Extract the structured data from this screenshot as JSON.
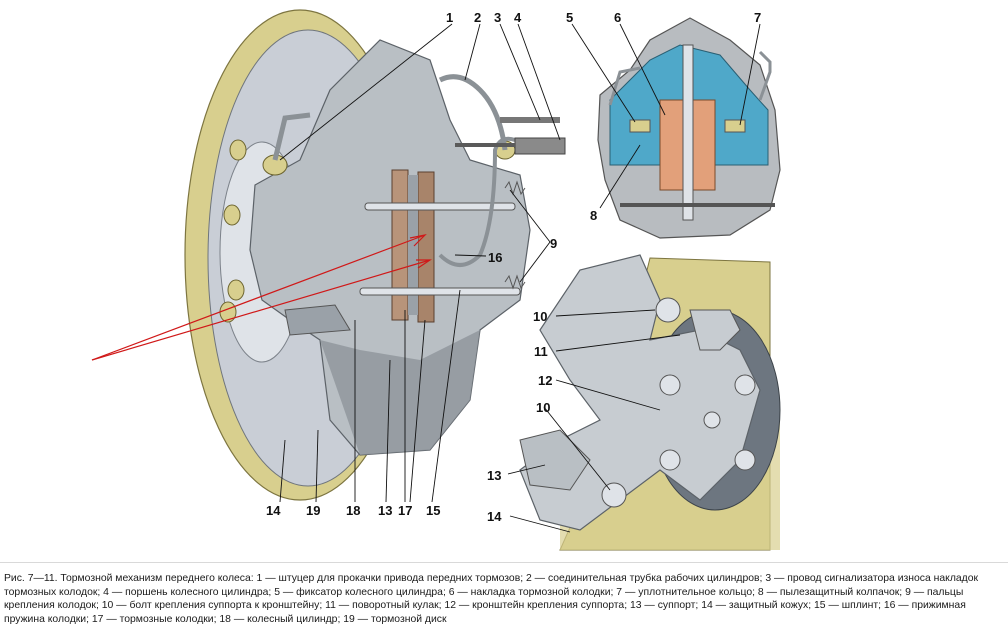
{
  "callouts": {
    "c1": "1",
    "c2": "2",
    "c3": "3",
    "c4": "4",
    "c5": "5",
    "c6": "6",
    "c7": "7",
    "c8": "8",
    "c9": "9",
    "c10a": "10",
    "c10b": "10",
    "c11": "11",
    "c12": "12",
    "c13a": "13",
    "c13b": "13",
    "c14a": "14",
    "c14b": "14",
    "c15": "15",
    "c16": "16",
    "c17": "17",
    "c18": "18",
    "c19": "19"
  },
  "caption": "Рис. 7—11. Тормозной механизм переднего колеса: 1 — штуцер для прокачки привода передних тормозов; 2 — соединительная трубка рабочих цилиндров; 3 — провод сигнализатора износа накладок тормозных колодок; 4 — поршень колесного цилиндра; 5 — фиксатор колесного цилиндра; 6 — накладка тормозной колодки; 7 — уплотнительное кольцо; 8 — пылезащитный колпачок; 9 — пальцы крепления колодок; 10 — болт крепления суппорта к кронштейну; 11 — поворотный кулак; 12 — кронштейн крепления суппорта; 13 — суппорт; 14 — защитный кожух; 15 — шплинт; 16 — прижимная пружина колодки; 17 — тормозные колодки; 18 — колесный цилиндр; 19 — тормозной диск",
  "colors": {
    "disc": "#c9ced6",
    "disc_rim": "#d8cf8e",
    "caliper": "#b9bfc4",
    "caliper_dark": "#8e959b",
    "pad": "#b8947a",
    "cylinder_blue": "#4fa8c9",
    "piston_orange": "#e2a07a",
    "knuckle": "#c7ccd1",
    "arrow_red": "#d01818"
  }
}
